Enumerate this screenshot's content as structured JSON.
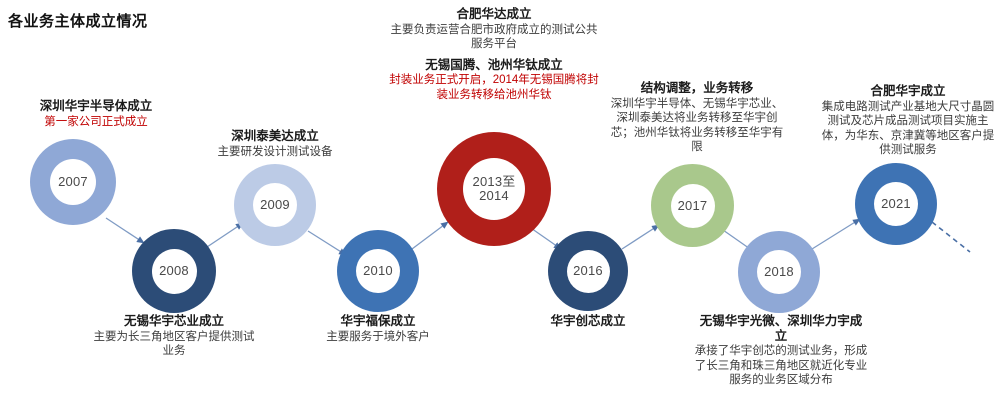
{
  "page": {
    "title": "各业务主体成立情况",
    "accent_colors": {
      "periwinkle": "#8FA8D6",
      "navy": "#2C4C77",
      "light_blue": "#BCCBE6",
      "blue": "#3E73B4",
      "red": "#B01F1A",
      "green": "#A9C88C",
      "arrow": "#4A6FA5",
      "red_text": "#C00000"
    }
  },
  "nodes": [
    {
      "id": "n2007",
      "year": "2007",
      "color": "#8FA8D6"
    },
    {
      "id": "n2008",
      "year": "2008",
      "color": "#2C4C77"
    },
    {
      "id": "n2009",
      "year": "2009",
      "color": "#BCCBE6"
    },
    {
      "id": "n2010",
      "year": "2010",
      "color": "#3E73B4"
    },
    {
      "id": "n2013",
      "year": "2013至\n2014",
      "year_l1": "2013至",
      "year_l2": "2014",
      "color": "#B01F1A"
    },
    {
      "id": "n2016",
      "year": "2016",
      "color": "#2C4C77"
    },
    {
      "id": "n2017",
      "year": "2017",
      "color": "#A9C88C"
    },
    {
      "id": "n2018",
      "year": "2018",
      "color": "#8FA8D6"
    },
    {
      "id": "n2021",
      "year": "2021",
      "color": "#3E73B4"
    }
  ],
  "events": {
    "e2007": {
      "heading": "深圳华宇半导体成立",
      "sub": "第一家公司正式成立"
    },
    "e2008": {
      "heading": "无锡华宇芯业成立",
      "sub": "主要为长三角地区客户提供测试业务"
    },
    "e2009": {
      "heading": "深圳泰美达成立",
      "sub": "主要研发设计测试设备"
    },
    "e2010": {
      "heading": "华宇福保成立",
      "sub": "主要服务于境外客户"
    },
    "e2013": {
      "heading": "合肥华达成立",
      "sub": "主要负责运营合肥市政府成立的测试公共服务平台",
      "heading2": "无锡国腾、池州华钛成立",
      "sub2": "封装业务正式开启，2014年无锡国腾将封装业务转移给池州华钛"
    },
    "e2016": {
      "heading": "华宇创芯成立"
    },
    "e2017": {
      "heading": "结构调整，业务转移",
      "sub": "深圳华宇半导体、无锡华宇芯业、深圳泰美达将业务转移至华宇创芯；池州华钛将业务转移至华宇有限"
    },
    "e2018": {
      "heading": "无锡华宇光微、深圳华力宇成立",
      "sub": "承接了华宇创芯的测试业务，形成了长三角和珠三角地区就近化专业服务的业务区域分布"
    },
    "e2021": {
      "heading": "合肥华宇成立",
      "sub": "集成电路测试产业基地大尺寸晶圆测试及芯片成品测试项目实施主体，为华东、京津冀等地区客户提供测试服务"
    }
  }
}
